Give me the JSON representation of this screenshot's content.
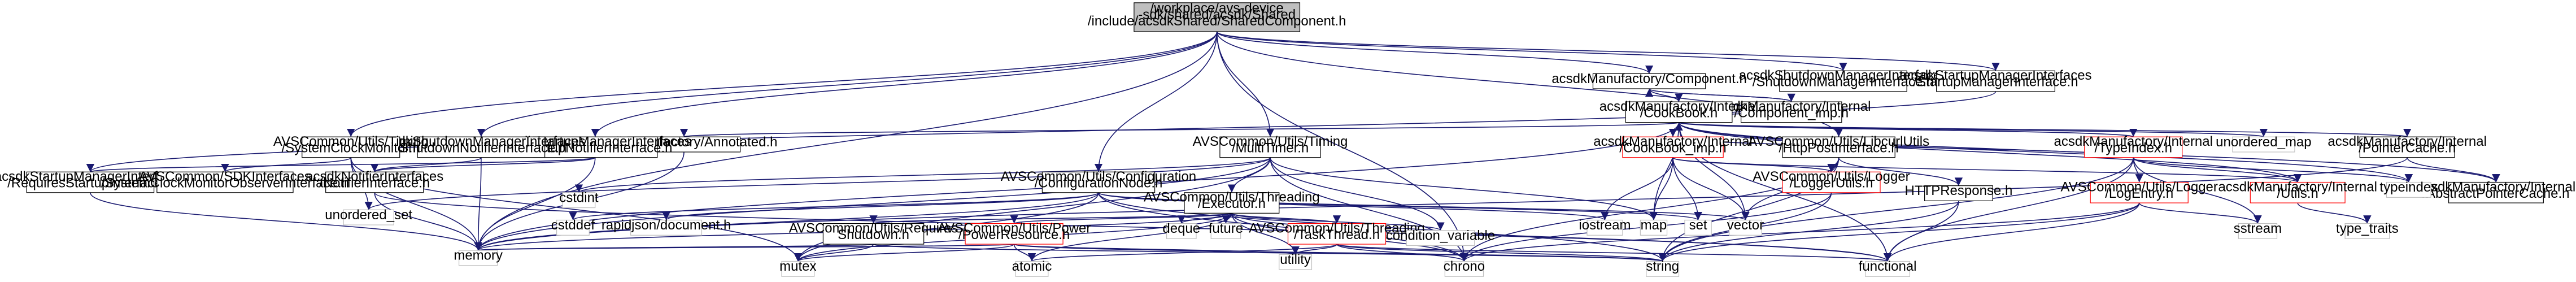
{
  "diagram": {
    "type": "include-dependency-graph",
    "colors": {
      "root_fill": "#bfbfbf",
      "node_fill": "#ffffff",
      "node_stroke": "#000000",
      "partial_stroke": "#ff0000",
      "leaf_stroke": "#bfbfbf",
      "edge": "#191970",
      "text": "#000000"
    },
    "nodes": [
      {
        "id": "root",
        "lines": [
          "/workplace/avs-device",
          "-sdk/shared/acsdk/Shared",
          "/include/acsdkShared/SharedComponent.h"
        ],
        "kind": "root"
      },
      {
        "id": "component_h",
        "lines": [
          "acsdkManufactory/Component.h"
        ],
        "kind": "file"
      },
      {
        "id": "shutdown_mgr_if",
        "lines": [
          "acsdkShutdownManagerInterfaces",
          "/ShutdownManagerInterface.h"
        ],
        "kind": "file"
      },
      {
        "id": "startup_mgr_if",
        "lines": [
          "acsdkStartupManagerInterfaces",
          "/StartupManagerInterface.h"
        ],
        "kind": "file"
      },
      {
        "id": "component_imp",
        "lines": [
          "acsdkManufactory/Internal",
          "/Component_imp.h"
        ],
        "kind": "file"
      },
      {
        "id": "cookbook_h",
        "lines": [
          "acsdkManufactory/Internal",
          "/CookBook.h"
        ],
        "kind": "file"
      },
      {
        "id": "cookbook_imp",
        "lines": [
          "acsdkManufactory/Internal",
          "/CookBook_imp.h"
        ],
        "kind": "partial"
      },
      {
        "id": "typeindex_h",
        "lines": [
          "acsdkManufactory/Internal",
          "/TypeIndex.h"
        ],
        "kind": "partial"
      },
      {
        "id": "pointer_cache",
        "lines": [
          "acsdkManufactory/Internal",
          "/PointerCache.h"
        ],
        "kind": "file"
      },
      {
        "id": "abstract_pointer_cache",
        "lines": [
          "acsdkManufactory/Internal",
          "/AbstractPointerCache.h"
        ],
        "kind": "file"
      },
      {
        "id": "utils_h",
        "lines": [
          "acsdkManufactory/Internal",
          "/Utils.h"
        ],
        "kind": "partial"
      },
      {
        "id": "annotated_h",
        "lines": [
          "acsdkManufactory/Annotated.h"
        ],
        "kind": "file"
      },
      {
        "id": "startup_notifier_if",
        "lines": [
          "acsdkStartupManagerInterfaces",
          "/StartupNotifierInterface.h"
        ],
        "kind": "file"
      },
      {
        "id": "requires_startup",
        "lines": [
          "acsdkStartupManagerInterfaces",
          "/RequiresStartupInterface.h"
        ],
        "kind": "file"
      },
      {
        "id": "shutdown_notifier_if",
        "lines": [
          "acsdkShutdownManagerInterfaces",
          "/ShutdownNotifierInterface.h"
        ],
        "kind": "file"
      },
      {
        "id": "notifier_if",
        "lines": [
          "acsdkNotifierInterfaces",
          "/NotifierInterface.h"
        ],
        "kind": "file"
      },
      {
        "id": "system_clock_monitor",
        "lines": [
          "AVSCommon/Utils/Timing",
          "/SystemClockMonitor.h"
        ],
        "kind": "file"
      },
      {
        "id": "system_clock_observer",
        "lines": [
          "AVSCommon/SDKInterfaces",
          "/SystemClockMonitorObserverInterface.h"
        ],
        "kind": "file"
      },
      {
        "id": "multitimer",
        "lines": [
          "AVSCommon/Utils/Timing",
          "/MultiTimer.h"
        ],
        "kind": "file"
      },
      {
        "id": "configuration_node",
        "lines": [
          "AVSCommon/Utils/Configuration",
          "/ConfigurationNode.h"
        ],
        "kind": "file"
      },
      {
        "id": "executor",
        "lines": [
          "AVSCommon/Utils/Threading",
          "/Executor.h"
        ],
        "kind": "file"
      },
      {
        "id": "requires_shutdown",
        "lines": [
          "AVSCommon/Utils/Requires",
          "Shutdown.h"
        ],
        "kind": "file"
      },
      {
        "id": "power_resource",
        "lines": [
          "AVSCommon/Utils/Power",
          "/PowerResource.h"
        ],
        "kind": "partial"
      },
      {
        "id": "task_thread",
        "lines": [
          "AVSCommon/Utils/Threading",
          "/TaskThread.h"
        ],
        "kind": "partial"
      },
      {
        "id": "http_post",
        "lines": [
          "AVSCommon/Utils/LibcurlUtils",
          "/HttpPostInterface.h"
        ],
        "kind": "file"
      },
      {
        "id": "logger_utils",
        "lines": [
          "AVSCommon/Utils/Logger",
          "/LoggerUtils.h"
        ],
        "kind": "partial"
      },
      {
        "id": "http_response",
        "lines": [
          "HTTPResponse.h"
        ],
        "kind": "file"
      },
      {
        "id": "log_entry",
        "lines": [
          "AVSCommon/Utils/Logger",
          "/LogEntry.h"
        ],
        "kind": "partial"
      },
      {
        "id": "unordered_set",
        "lines": [
          "unordered_set"
        ],
        "kind": "leaf"
      },
      {
        "id": "cstdint",
        "lines": [
          "cstdint"
        ],
        "kind": "leaf"
      },
      {
        "id": "memory",
        "lines": [
          "memory"
        ],
        "kind": "leaf"
      },
      {
        "id": "cstddef",
        "lines": [
          "cstddef"
        ],
        "kind": "leaf"
      },
      {
        "id": "rapidjson",
        "lines": [
          "rapidjson/document.h"
        ],
        "kind": "leaf"
      },
      {
        "id": "mutex",
        "lines": [
          "mutex"
        ],
        "kind": "leaf"
      },
      {
        "id": "atomic",
        "lines": [
          "atomic"
        ],
        "kind": "leaf"
      },
      {
        "id": "deque",
        "lines": [
          "deque"
        ],
        "kind": "leaf"
      },
      {
        "id": "future",
        "lines": [
          "future"
        ],
        "kind": "leaf"
      },
      {
        "id": "utility",
        "lines": [
          "utility"
        ],
        "kind": "leaf"
      },
      {
        "id": "condition_variable",
        "lines": [
          "condition_variable"
        ],
        "kind": "leaf"
      },
      {
        "id": "chrono",
        "lines": [
          "chrono"
        ],
        "kind": "leaf"
      },
      {
        "id": "iostream",
        "lines": [
          "iostream"
        ],
        "kind": "leaf"
      },
      {
        "id": "map",
        "lines": [
          "map"
        ],
        "kind": "leaf"
      },
      {
        "id": "set",
        "lines": [
          "set"
        ],
        "kind": "leaf"
      },
      {
        "id": "vector",
        "lines": [
          "vector"
        ],
        "kind": "leaf"
      },
      {
        "id": "string",
        "lines": [
          "string"
        ],
        "kind": "leaf"
      },
      {
        "id": "functional",
        "lines": [
          "functional"
        ],
        "kind": "leaf"
      },
      {
        "id": "unordered_map",
        "lines": [
          "unordered_map"
        ],
        "kind": "leaf"
      },
      {
        "id": "typeindex",
        "lines": [
          "typeindex"
        ],
        "kind": "leaf"
      },
      {
        "id": "sstream",
        "lines": [
          "sstream"
        ],
        "kind": "leaf"
      },
      {
        "id": "type_traits",
        "lines": [
          "type_traits"
        ],
        "kind": "leaf"
      }
    ],
    "edges": [
      [
        "root",
        "component_h"
      ],
      [
        "root",
        "shutdown_mgr_if"
      ],
      [
        "root",
        "startup_mgr_if"
      ],
      [
        "root",
        "system_clock_monitor"
      ],
      [
        "root",
        "multitimer"
      ],
      [
        "root",
        "configuration_node"
      ],
      [
        "root",
        "shutdown_notifier_if"
      ],
      [
        "root",
        "startup_notifier_if"
      ],
      [
        "root",
        "memory"
      ],
      [
        "root",
        "http_post"
      ],
      [
        "root",
        "chrono"
      ],
      [
        "component_h",
        "component_imp"
      ],
      [
        "component_h",
        "cookbook_h"
      ],
      [
        "component_imp",
        "component_h"
      ],
      [
        "component_imp",
        "cookbook_h"
      ],
      [
        "cookbook_h",
        "cookbook_imp"
      ],
      [
        "cookbook_imp",
        "cookbook_h"
      ],
      [
        "cookbook_h",
        "typeindex_h"
      ],
      [
        "cookbook_h",
        "pointer_cache"
      ],
      [
        "cookbook_h",
        "annotated_h"
      ],
      [
        "cookbook_h",
        "utils_h"
      ],
      [
        "cookbook_h",
        "functional"
      ],
      [
        "cookbook_h",
        "memory"
      ],
      [
        "cookbook_h",
        "unordered_map"
      ],
      [
        "cookbook_h",
        "typeindex"
      ],
      [
        "cookbook_h",
        "map"
      ],
      [
        "cookbook_h",
        "vector"
      ],
      [
        "cookbook_h",
        "abstract_pointer_cache"
      ],
      [
        "cookbook_imp",
        "logger_utils"
      ],
      [
        "cookbook_imp",
        "iostream"
      ],
      [
        "cookbook_imp",
        "map"
      ],
      [
        "cookbook_imp",
        "set"
      ],
      [
        "cookbook_imp",
        "vector"
      ],
      [
        "cookbook_imp",
        "typeindex_h"
      ],
      [
        "cookbook_imp",
        "utils_h"
      ],
      [
        "typeindex_h",
        "log_entry"
      ],
      [
        "typeindex_h",
        "utils_h"
      ],
      [
        "typeindex_h",
        "typeindex"
      ],
      [
        "typeindex_h",
        "functional"
      ],
      [
        "typeindex_h",
        "string"
      ],
      [
        "typeindex_h",
        "sstream"
      ],
      [
        "pointer_cache",
        "abstract_pointer_cache"
      ],
      [
        "pointer_cache",
        "memory"
      ],
      [
        "utils_h",
        "type_traits"
      ],
      [
        "log_entry",
        "sstream"
      ],
      [
        "log_entry",
        "chrono"
      ],
      [
        "log_entry",
        "string"
      ],
      [
        "log_entry",
        "functional"
      ],
      [
        "logger_utils",
        "chrono"
      ],
      [
        "logger_utils",
        "string"
      ],
      [
        "annotated_h",
        "memory"
      ],
      [
        "startup_notifier_if",
        "notifier_if"
      ],
      [
        "startup_notifier_if",
        "memory"
      ],
      [
        "requires_startup",
        "memory"
      ],
      [
        "startup_mgr_if",
        "requires_startup"
      ],
      [
        "startup_notifier_if",
        "requires_startup"
      ],
      [
        "shutdown_notifier_if",
        "notifier_if"
      ],
      [
        "shutdown_notifier_if",
        "memory"
      ],
      [
        "notifier_if",
        "memory"
      ],
      [
        "notifier_if",
        "functional"
      ],
      [
        "system_clock_monitor",
        "system_clock_observer"
      ],
      [
        "system_clock_monitor",
        "unordered_set"
      ],
      [
        "system_clock_monitor",
        "memory"
      ],
      [
        "system_clock_monitor",
        "mutex"
      ],
      [
        "multitimer",
        "executor"
      ],
      [
        "multitimer",
        "cstdint"
      ],
      [
        "multitimer",
        "unordered_set"
      ],
      [
        "multitimer",
        "map"
      ],
      [
        "multitimer",
        "condition_variable"
      ],
      [
        "multitimer",
        "chrono"
      ],
      [
        "multitimer",
        "memory"
      ],
      [
        "multitimer",
        "mutex"
      ],
      [
        "configuration_node",
        "cstddef"
      ],
      [
        "configuration_node",
        "rapidjson"
      ],
      [
        "configuration_node",
        "memory"
      ],
      [
        "configuration_node",
        "mutex"
      ],
      [
        "configuration_node",
        "string"
      ],
      [
        "configuration_node",
        "chrono"
      ],
      [
        "configuration_node",
        "iostream"
      ],
      [
        "configuration_node",
        "set"
      ],
      [
        "configuration_node",
        "vector"
      ],
      [
        "executor",
        "requires_shutdown"
      ],
      [
        "executor",
        "power_resource"
      ],
      [
        "executor",
        "task_thread"
      ],
      [
        "executor",
        "deque"
      ],
      [
        "executor",
        "future"
      ],
      [
        "executor",
        "utility"
      ],
      [
        "executor",
        "condition_variable"
      ],
      [
        "executor",
        "atomic"
      ],
      [
        "executor",
        "mutex"
      ],
      [
        "executor",
        "functional"
      ],
      [
        "executor",
        "chrono"
      ],
      [
        "executor",
        "memory"
      ],
      [
        "requires_shutdown",
        "memory"
      ],
      [
        "requires_shutdown",
        "mutex"
      ],
      [
        "requires_shutdown",
        "string"
      ],
      [
        "power_resource",
        "memory"
      ],
      [
        "power_resource",
        "mutex"
      ],
      [
        "power_resource",
        "atomic"
      ],
      [
        "power_resource",
        "string"
      ],
      [
        "power_resource",
        "utility"
      ],
      [
        "task_thread",
        "atomic"
      ],
      [
        "task_thread",
        "chrono"
      ],
      [
        "task_thread",
        "functional"
      ],
      [
        "task_thread",
        "utility"
      ],
      [
        "task_thread",
        "string"
      ],
      [
        "http_post",
        "http_response"
      ],
      [
        "http_post",
        "logger_utils"
      ],
      [
        "http_post",
        "chrono"
      ],
      [
        "http_post",
        "string"
      ],
      [
        "http_post",
        "vector"
      ],
      [
        "http_response",
        "string"
      ],
      [
        "http_response",
        "functional"
      ]
    ]
  }
}
